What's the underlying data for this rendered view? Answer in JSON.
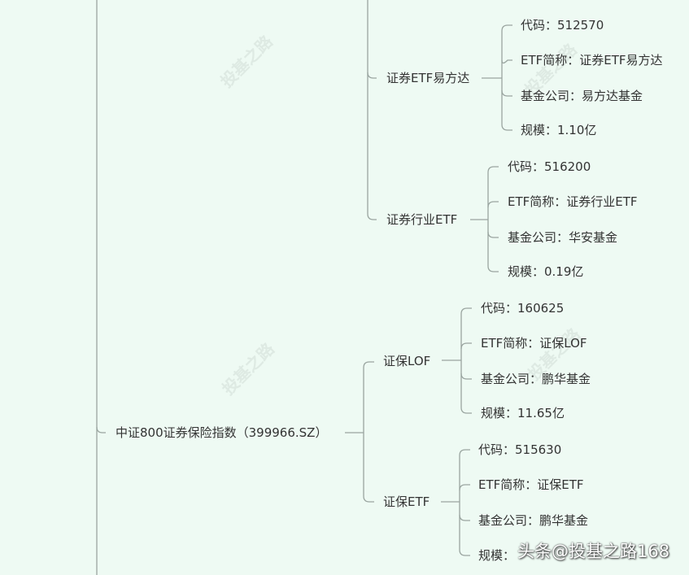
{
  "root": {
    "label": "中证800证券保险指数（399966.SZ）"
  },
  "funds": [
    {
      "label": "证券ETF易方达",
      "details": [
        "代码：512570",
        "ETF简称：证券ETF易方达",
        "基金公司：易方达基金",
        "规模：1.10亿"
      ]
    },
    {
      "label": "证券行业ETF",
      "details": [
        "代码：516200",
        "ETF简称：证券行业ETF",
        "基金公司：华安基金",
        "规模：0.19亿"
      ]
    },
    {
      "label": "证保LOF",
      "details": [
        "代码：160625",
        "ETF简称：证保LOF",
        "基金公司：鹏华基金",
        "规模：11.65亿"
      ]
    },
    {
      "label": "证保ETF",
      "details": [
        "代码：515630",
        "ETF简称：证保ETF",
        "基金公司：鹏华基金",
        "规模："
      ]
    }
  ],
  "watermark": "投基之路",
  "credit": "头条@投基之路168",
  "colors": {
    "background": "#eefaf3",
    "line": "#9aa5a0",
    "text": "#333333"
  }
}
